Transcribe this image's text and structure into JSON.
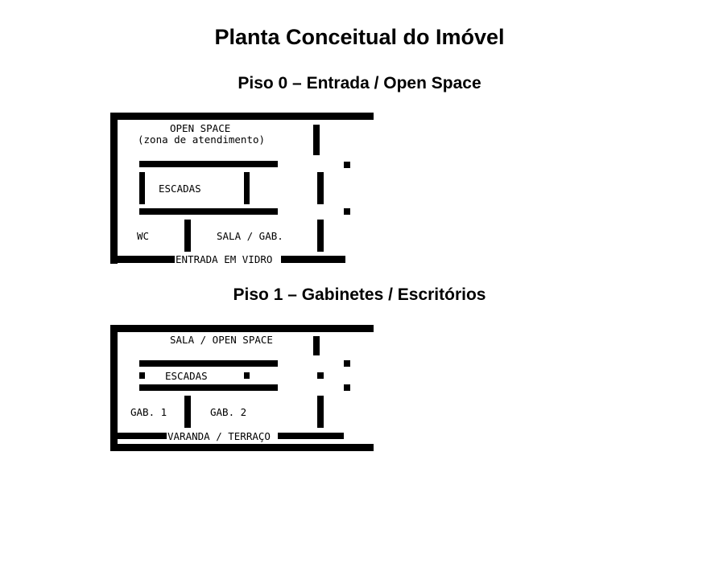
{
  "page": {
    "title": "Planta Conceitual do Imóvel"
  },
  "floors": [
    {
      "title": "Piso 0 – Entrada / Open Space",
      "labels": {
        "open_space": "OPEN SPACE",
        "zona": "(zona de atendimento)",
        "escadas": "ESCADAS",
        "wc": "WC",
        "sala_gab": "SALA / GAB.",
        "entrada": "ENTRADA EM VIDRO"
      }
    },
    {
      "title": "Piso 1 – Gabinetes / Escritórios",
      "labels": {
        "sala_open": "SALA / OPEN SPACE",
        "escadas": "ESCADAS",
        "gab1": "GAB. 1",
        "gab2": "GAB. 2",
        "varanda": "VARANDA / TERRAÇO"
      }
    }
  ],
  "colors": {
    "wall": "#000000",
    "background": "#ffffff"
  }
}
